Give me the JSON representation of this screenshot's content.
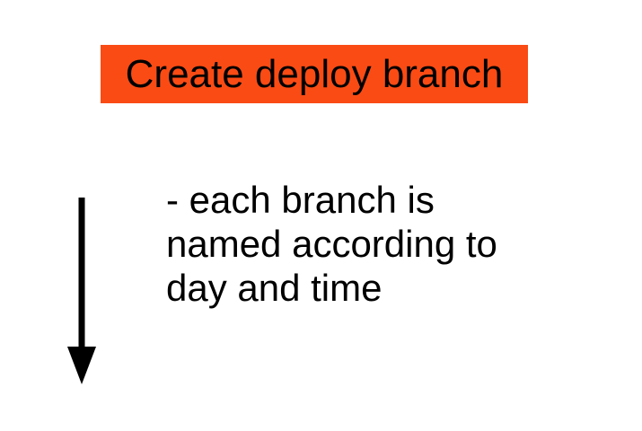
{
  "slide": {
    "title_box": {
      "label": "Create deploy branch",
      "bg_color": "#FA4B14",
      "text_color": "#000000"
    },
    "note": {
      "lines": [
        "- each branch is",
        "named according to",
        "day and time"
      ]
    },
    "arrow": {
      "direction": "down",
      "color": "#000000"
    }
  }
}
